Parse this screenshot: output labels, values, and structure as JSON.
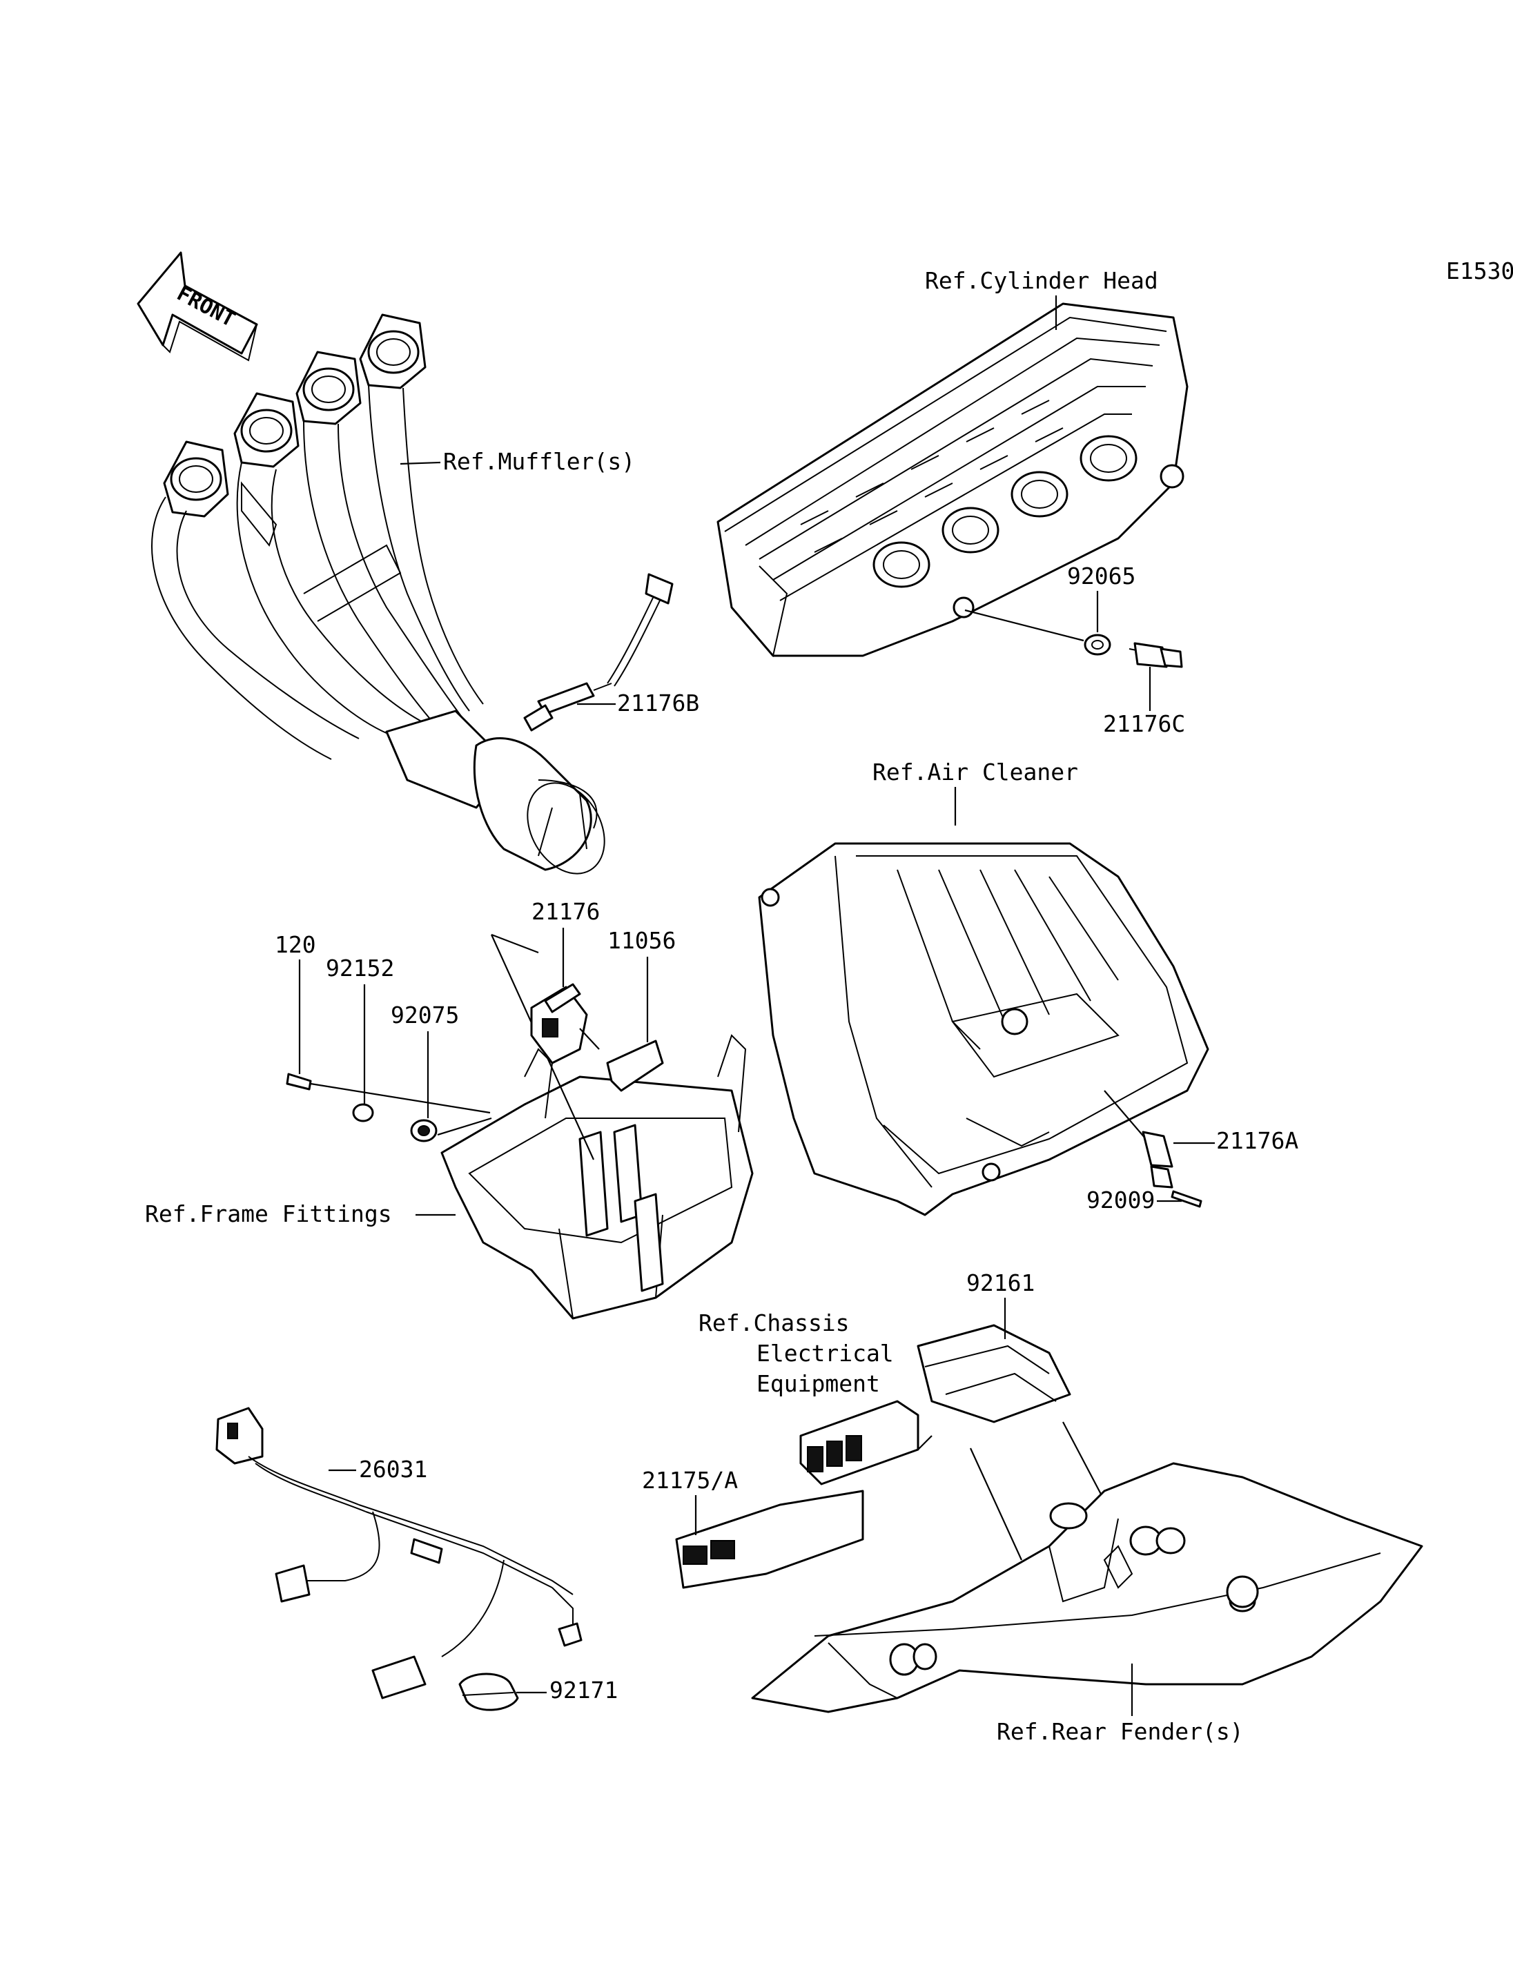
{
  "diagram_code": "E1530",
  "front_arrow": {
    "label": "FRONT"
  },
  "labels": {
    "cylinder_head": "Ref.Cylinder Head",
    "muffler": "Ref.Muffler(s)",
    "air_cleaner": "Ref.Air Cleaner",
    "frame_fittings": "Ref.Frame Fittings",
    "chassis_line1": "Ref.Chassis",
    "chassis_line2": "Electrical",
    "chassis_line3": "Equipment",
    "rear_fender": "Ref.Rear Fender(s)"
  },
  "parts": {
    "p_92065": "92065",
    "p_21176C": "21176C",
    "p_21176B": "21176B",
    "p_21176": "21176",
    "p_11056": "11056",
    "p_120": "120",
    "p_92152": "92152",
    "p_92075": "92075",
    "p_21176A": "21176A",
    "p_92009": "92009",
    "p_92161": "92161",
    "p_21175A": "21175/A",
    "p_26031": "26031",
    "p_92171": "92171"
  }
}
